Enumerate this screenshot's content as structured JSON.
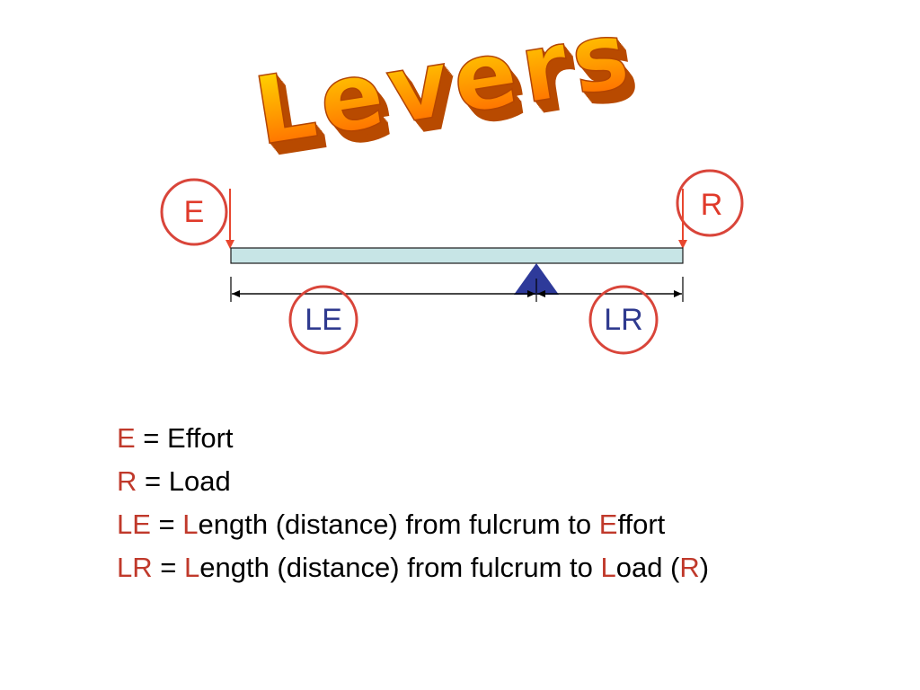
{
  "title": "Levers",
  "colors": {
    "title_top": "#ffe600",
    "title_mid": "#ff9a00",
    "title_bottom": "#ff5a00",
    "title_side": "#b84a00",
    "circle_stroke": "#d9453a",
    "effort_text": "#e03a2a",
    "length_text": "#2f3a8f",
    "beam_fill": "#c7e5e6",
    "fulcrum_fill": "#2e3a9a",
    "arrow_color": "#e8462e",
    "key_red": "#c0392b"
  },
  "diagram": {
    "effort_label": "E",
    "load_label": "R",
    "effort_length_label": "LE",
    "load_length_label": "LR"
  },
  "legend": [
    {
      "parts": [
        {
          "text": "E",
          "red": true
        },
        {
          "text": " = Effort",
          "red": false
        }
      ]
    },
    {
      "parts": [
        {
          "text": "R",
          "red": true
        },
        {
          "text": " = Load",
          "red": false
        }
      ]
    },
    {
      "parts": [
        {
          "text": "LE",
          "red": true
        },
        {
          "text": " = ",
          "red": false
        },
        {
          "text": "L",
          "red": true
        },
        {
          "text": "ength (distance) from fulcrum to ",
          "red": false
        },
        {
          "text": "E",
          "red": true
        },
        {
          "text": "ffort",
          "red": false
        }
      ]
    },
    {
      "parts": [
        {
          "text": "LR",
          "red": true
        },
        {
          "text": " = ",
          "red": false
        },
        {
          "text": "L",
          "red": true
        },
        {
          "text": "ength (distance) from fulcrum to ",
          "red": false
        },
        {
          "text": "L",
          "red": true
        },
        {
          "text": "oad (",
          "red": false
        },
        {
          "text": "R",
          "red": true
        },
        {
          "text": ")",
          "red": false
        }
      ]
    }
  ]
}
